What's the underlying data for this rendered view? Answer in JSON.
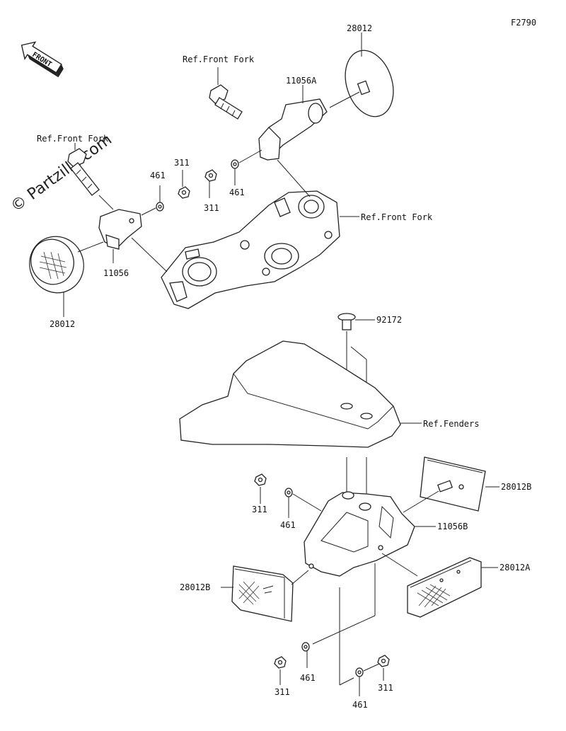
{
  "figure_code": "F2790",
  "watermark": "© Partzilla.com",
  "front_badge": "FRONT",
  "labels": {
    "ref_front_fork_top": "Ref.Front Fork",
    "ref_front_fork_left": "Ref.Front Fork",
    "ref_front_fork_right": "Ref.Front Fork",
    "ref_fenders": "Ref.Fenders",
    "p28012_top": "28012",
    "p28012_left": "28012",
    "p11056A": "11056A",
    "p11056": "11056",
    "p311_a": "311",
    "p311_b": "311",
    "p461_a": "461",
    "p461_b": "461",
    "p92172": "92172",
    "p28012B_right": "28012B",
    "p11056B": "11056B",
    "p28012A": "28012A",
    "p28012B_left": "28012B",
    "p311_c": "311",
    "p461_c": "461",
    "p311_d": "311",
    "p461_d": "461",
    "p311_e": "311",
    "p461_e": "461"
  }
}
